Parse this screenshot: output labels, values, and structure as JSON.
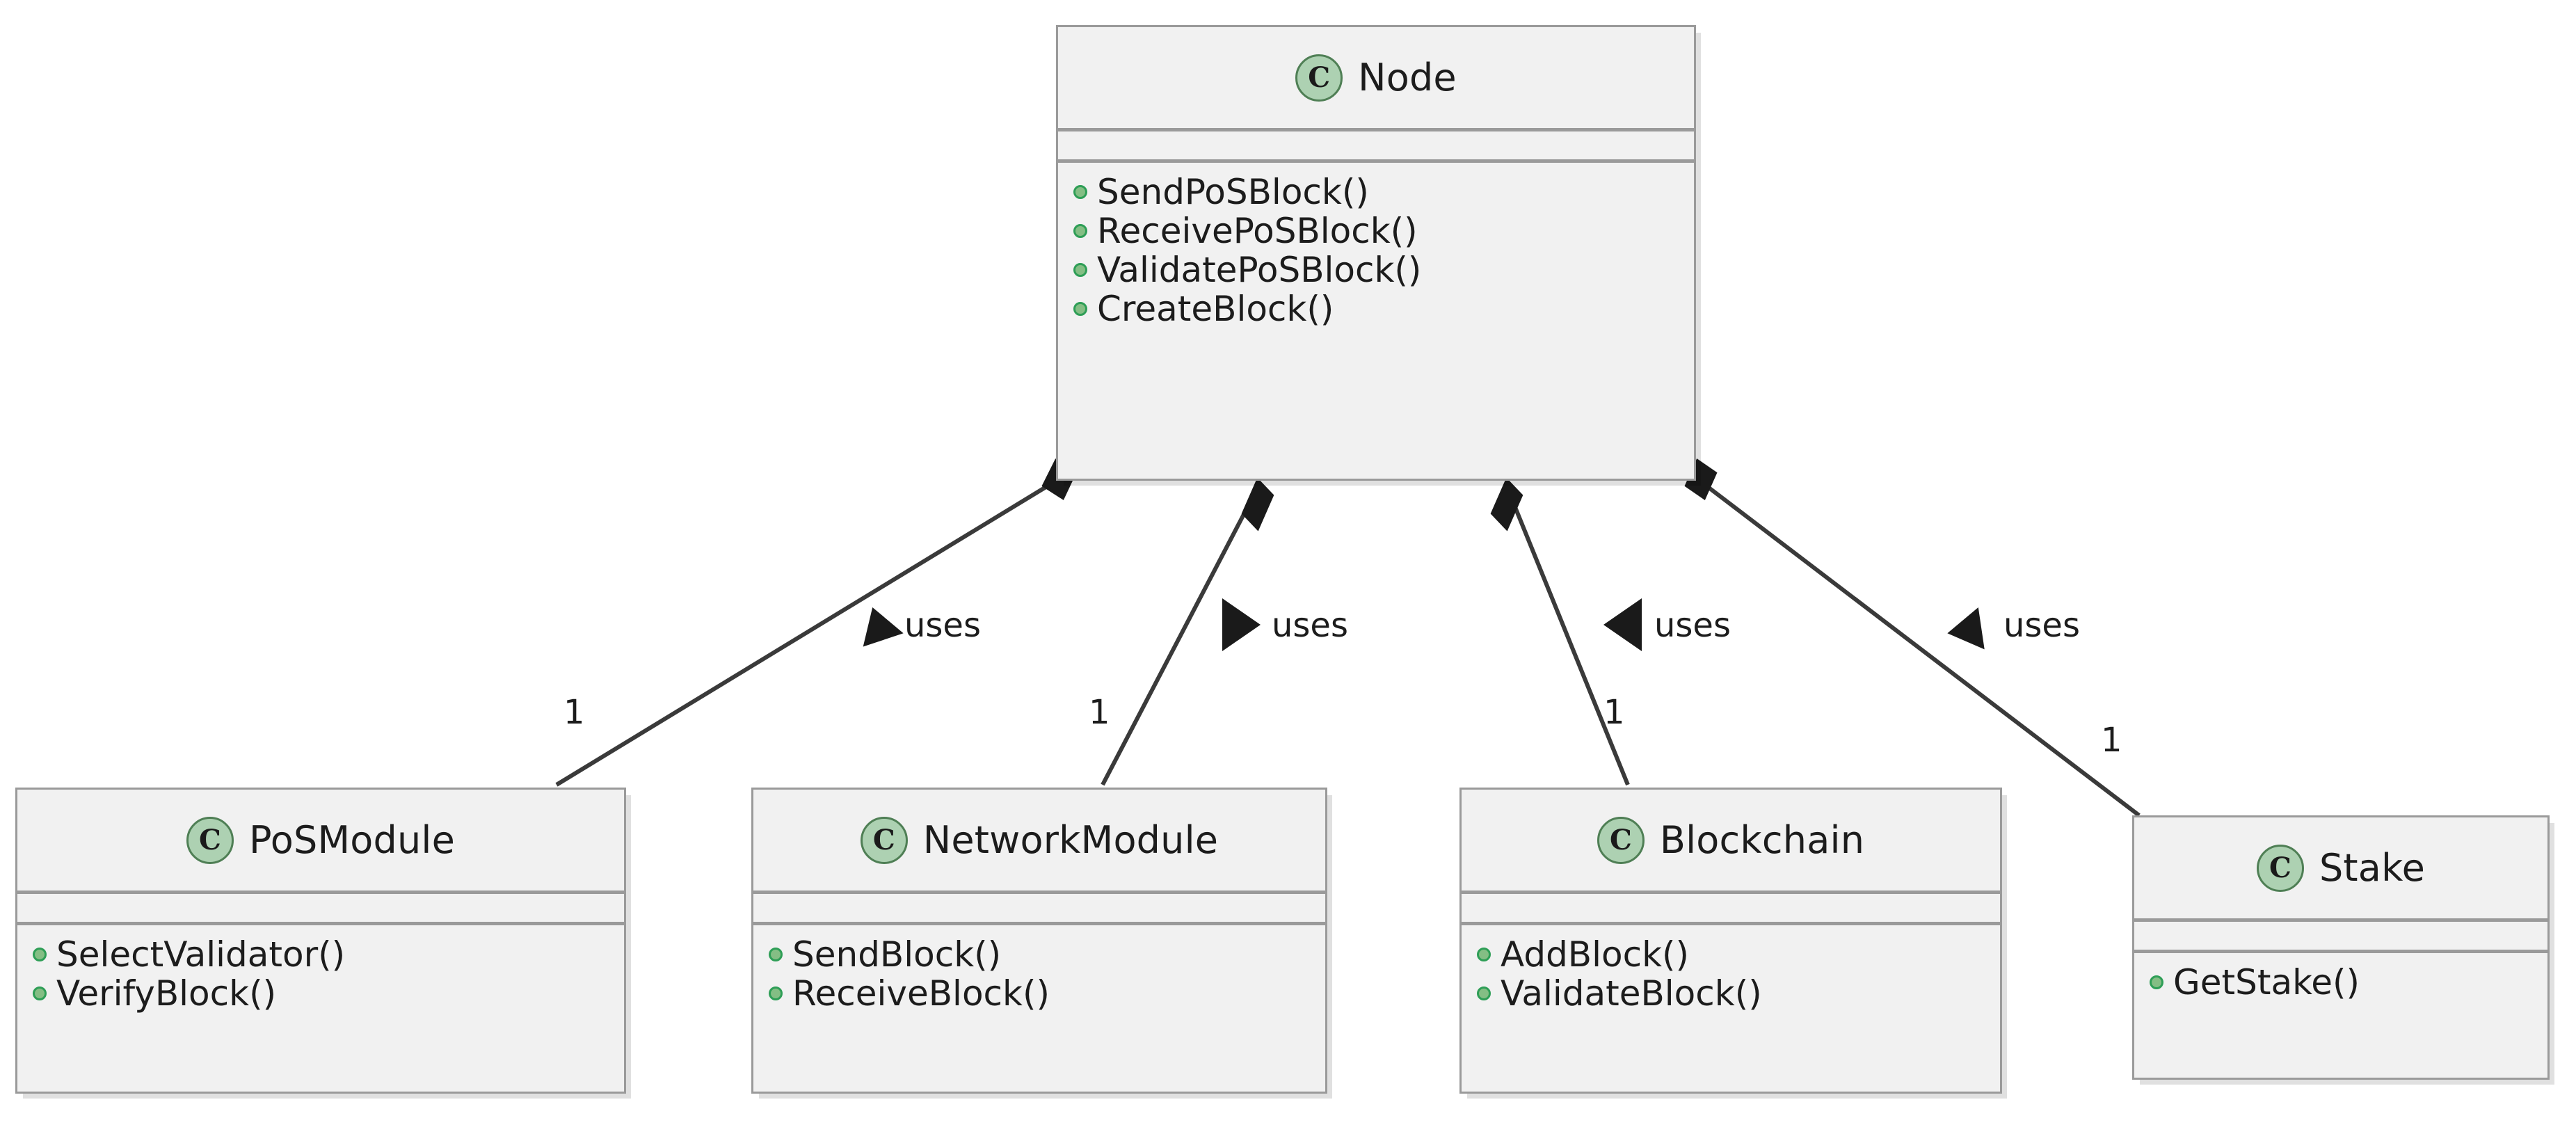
{
  "diagram": {
    "type": "uml-class-diagram",
    "title": "",
    "colors": {
      "class_fill": "#F1F1F1",
      "class_border": "#9A9A9A",
      "stereotype_fill": "#ADD1B2",
      "stereotype_border": "#4F7F55",
      "member_bullet_fill": "#84BE84",
      "member_bullet_border": "#2E9E56",
      "line": "#3A3A3A",
      "text": "#1C1C1C",
      "background": "#FFFFFF"
    },
    "stereotype_letter": "C"
  },
  "classes": [
    {
      "id": "node",
      "name": "Node",
      "attributes": [],
      "methods": [
        "SendPoSBlock()",
        "ReceivePoSBlock()",
        "ValidatePoSBlock()",
        "CreateBlock()"
      ]
    },
    {
      "id": "posmodule",
      "name": "PoSModule",
      "attributes": [],
      "methods": [
        "SelectValidator()",
        "VerifyBlock()"
      ]
    },
    {
      "id": "networkmodule",
      "name": "NetworkModule",
      "attributes": [],
      "methods": [
        "SendBlock()",
        "ReceiveBlock()"
      ]
    },
    {
      "id": "blockchain",
      "name": "Blockchain",
      "attributes": [],
      "methods": [
        "AddBlock()",
        "ValidateBlock()"
      ]
    },
    {
      "id": "stake",
      "name": "Stake",
      "attributes": [],
      "methods": [
        "GetStake()"
      ]
    }
  ],
  "relationships": [
    {
      "from": "node",
      "to": "posmodule",
      "kind": "composition",
      "label": "uses",
      "multiplicity_target": "1",
      "direction_marker": "up-left"
    },
    {
      "from": "node",
      "to": "networkmodule",
      "kind": "composition",
      "label": "uses",
      "multiplicity_target": "1",
      "direction_marker": "right"
    },
    {
      "from": "node",
      "to": "blockchain",
      "kind": "composition",
      "label": "uses",
      "multiplicity_target": "1",
      "direction_marker": "left"
    },
    {
      "from": "node",
      "to": "stake",
      "kind": "composition",
      "label": "uses",
      "multiplicity_target": "1",
      "direction_marker": "up-left"
    }
  ]
}
